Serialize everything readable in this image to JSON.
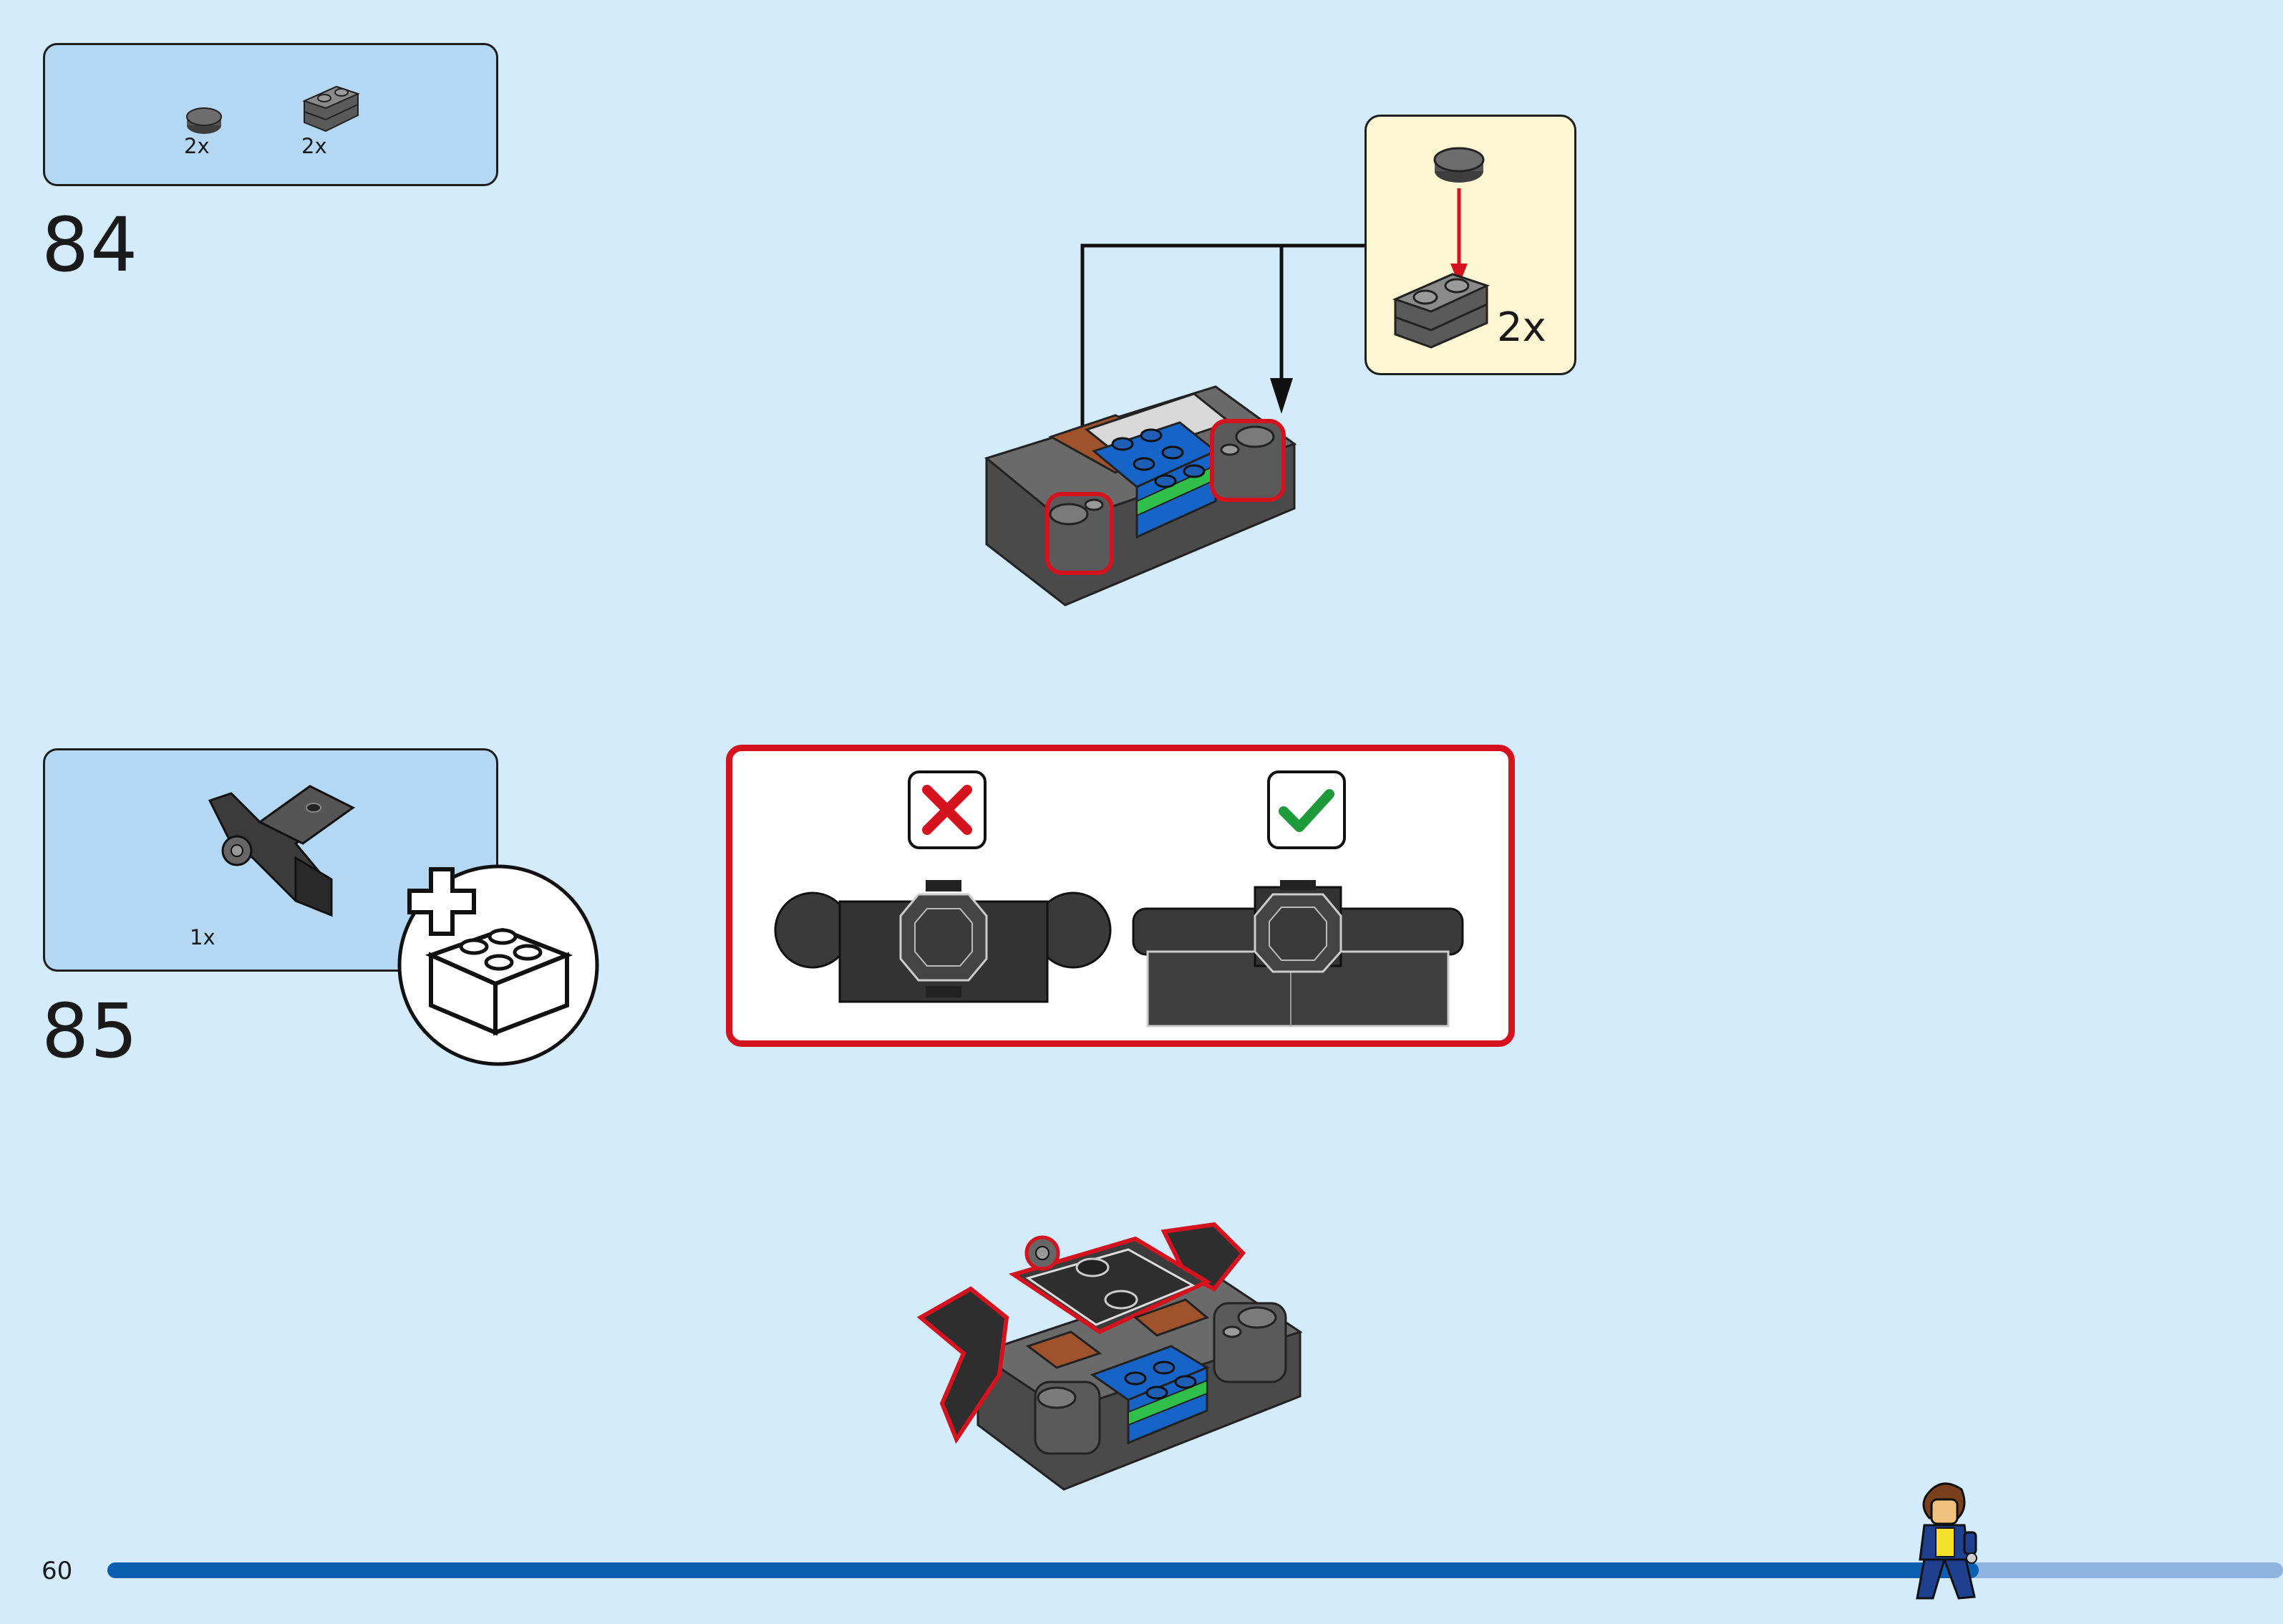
{
  "page": {
    "number": "60",
    "progress": 0.86
  },
  "colors": {
    "background": "#d3ebfb",
    "parts_box": "#b4d8f3",
    "callout": "#fff6d4",
    "warning_border": "#d4131f",
    "progress_done": "#0b5fb0",
    "progress_remaining": "#8fb3e0",
    "dark_gray_brick": "#5a5a5a",
    "blue_brick": "#1764c8",
    "green_brick": "#2fbf4a",
    "brown_brick": "#a0522d"
  },
  "steps": [
    {
      "number": "84",
      "parts": [
        {
          "icon": "round-tile-1x1-icon",
          "qty": "2x"
        },
        {
          "icon": "plate-with-pin-hole-icon",
          "qty": "2x"
        }
      ],
      "callout": {
        "qty": "2x"
      }
    },
    {
      "number": "85",
      "parts": [
        {
          "icon": "wing-bracket-icon",
          "qty": "1x"
        }
      ],
      "extra_icon": "new-brick-plus-icon"
    }
  ],
  "comparison": {
    "wrong_icon": "red-x-icon",
    "right_icon": "green-check-icon"
  }
}
